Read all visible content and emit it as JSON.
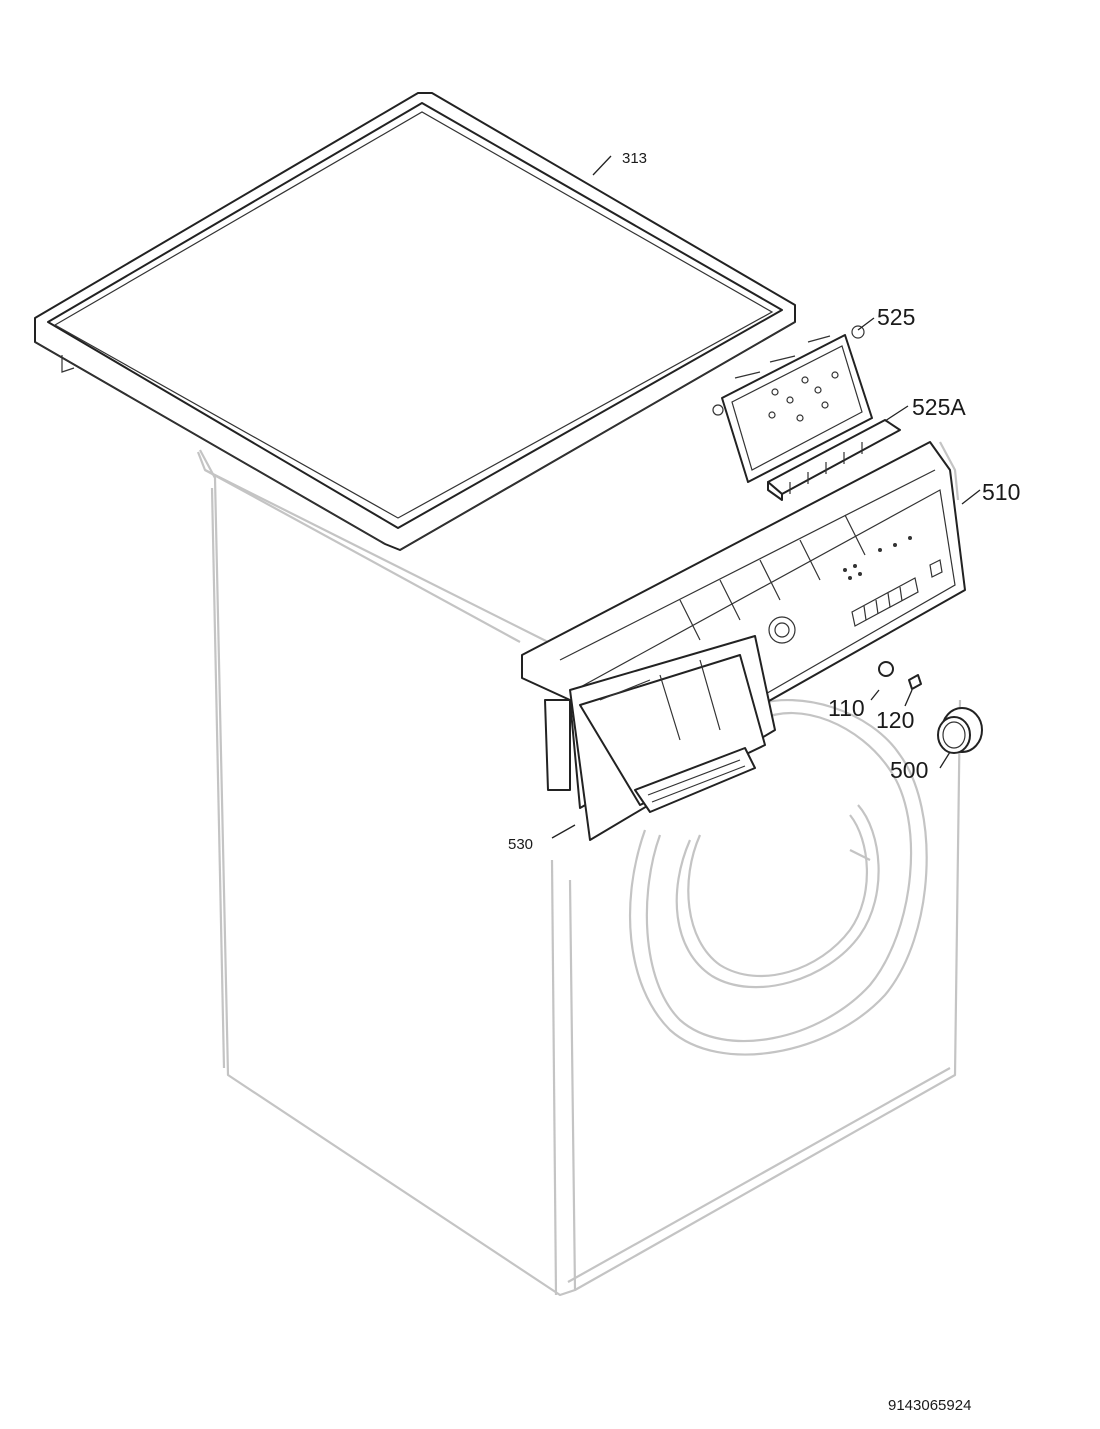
{
  "labels": {
    "lid": "313",
    "electronic_board": "525",
    "board_buttons": "525A",
    "control_panel": "510",
    "indicator_led": "110",
    "light_pipe": "120",
    "knob": "500",
    "dispenser_drawer": "530"
  },
  "document_code": "9143065924"
}
